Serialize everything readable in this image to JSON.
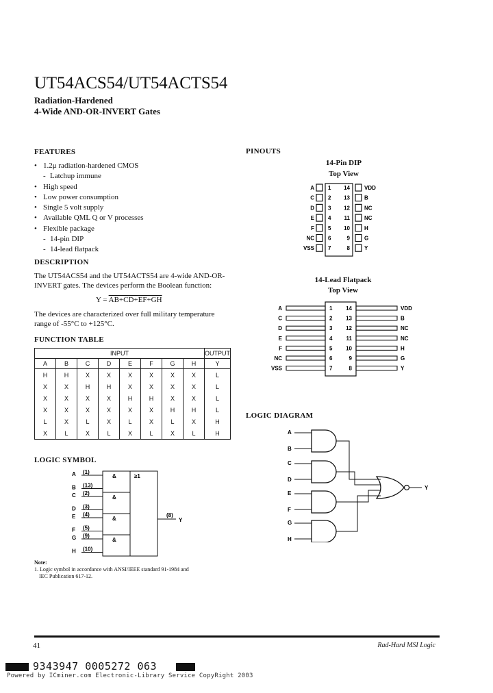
{
  "title": "UT54ACS54/UT54ACTS54",
  "subtitle_line1": "Radiation-Hardened",
  "subtitle_line2": "4-Wide AND-OR-INVERT Gates",
  "features": {
    "heading": "FEATURES",
    "items": [
      {
        "bullet": true,
        "text": "1.2μ radiation-hardened CMOS"
      },
      {
        "bullet": false,
        "text": "Latchup immune"
      },
      {
        "bullet": true,
        "text": "High speed"
      },
      {
        "bullet": true,
        "text": "Low power consumption"
      },
      {
        "bullet": true,
        "text": "Single 5 volt supply"
      },
      {
        "bullet": true,
        "text": "Available QML Q or V processes"
      },
      {
        "bullet": true,
        "text": "Flexible package"
      },
      {
        "bullet": false,
        "text": "14-pin DIP"
      },
      {
        "bullet": false,
        "text": "14-lead flatpack"
      }
    ]
  },
  "description": {
    "heading": "DESCRIPTION",
    "para1": "The UT54ACS54 and the UT54ACTS54 are 4-wide AND-OR-INVERT gates. The devices perform the Boolean function:",
    "equation_prefix": "Y = ",
    "equation_terms": "AB+CD+EF+GH",
    "para2": "The devices are characterized over full military temperature range of -55°C to +125°C."
  },
  "function_table": {
    "heading": "FUNCTION TABLE",
    "input_label": "INPUT",
    "output_label": "OUTPUT",
    "columns": [
      "A",
      "B",
      "C",
      "D",
      "E",
      "F",
      "G",
      "H",
      "Y"
    ],
    "rows": [
      [
        "H",
        "H",
        "X",
        "X",
        "X",
        "X",
        "X",
        "X",
        "L"
      ],
      [
        "X",
        "X",
        "H",
        "H",
        "X",
        "X",
        "X",
        "X",
        "L"
      ],
      [
        "X",
        "X",
        "X",
        "X",
        "H",
        "H",
        "X",
        "X",
        "L"
      ],
      [
        "X",
        "X",
        "X",
        "X",
        "X",
        "X",
        "H",
        "H",
        "L"
      ],
      [
        "L",
        "X",
        "L",
        "X",
        "L",
        "X",
        "L",
        "X",
        "H"
      ],
      [
        "X",
        "L",
        "X",
        "L",
        "X",
        "L",
        "X",
        "L",
        "H"
      ]
    ]
  },
  "logic_symbol": {
    "heading": "LOGIC SYMBOL",
    "inputs": [
      {
        "name": "A",
        "pin": "(1)"
      },
      {
        "name": "B",
        "pin": "(13)"
      },
      {
        "name": "C",
        "pin": "(2)"
      },
      {
        "name": "D",
        "pin": "(3)"
      },
      {
        "name": "E",
        "pin": "(4)"
      },
      {
        "name": "F",
        "pin": "(5)"
      },
      {
        "name": "G",
        "pin": "(9)"
      },
      {
        "name": "H",
        "pin": "(10)"
      }
    ],
    "and_label": "&",
    "or_label": "≥1",
    "output_pin": "(8)",
    "output_name": "Y"
  },
  "note": {
    "heading": "Note:",
    "line1": "1. Logic symbol in accordance with ANSI/IEEE standard 91-1984 and",
    "line2": "IEC Publication 617-12."
  },
  "pinouts": {
    "heading": "PINOUTS",
    "dip_title1": "14-Pin DIP",
    "dip_title2": "Top View",
    "flat_title1": "14-Lead Flatpack",
    "flat_title2": "Top View",
    "left_pins": [
      {
        "name": "A",
        "num": "1"
      },
      {
        "name": "C",
        "num": "2"
      },
      {
        "name": "D",
        "num": "3"
      },
      {
        "name": "E",
        "num": "4"
      },
      {
        "name": "F",
        "num": "5"
      },
      {
        "name": "NC",
        "num": "6"
      },
      {
        "name": "VSS",
        "num": "7"
      }
    ],
    "right_pins": [
      {
        "name": "VDD",
        "num": "14"
      },
      {
        "name": "B",
        "num": "13"
      },
      {
        "name": "NC",
        "num": "12"
      },
      {
        "name": "NC",
        "num": "11"
      },
      {
        "name": "H",
        "num": "10"
      },
      {
        "name": "G",
        "num": "9"
      },
      {
        "name": "Y",
        "num": "8"
      }
    ]
  },
  "logic_diagram": {
    "heading": "LOGIC DIAGRAM",
    "inputs": [
      "A",
      "B",
      "C",
      "D",
      "E",
      "F",
      "G",
      "H"
    ],
    "output": "Y"
  },
  "footer": {
    "page_number": "41",
    "right_text": "Rad-Hard MSI Logic",
    "barcode_text": "9343947 0005272 063",
    "powered_by": "Powered by ICminer.com Electronic-Library Service CopyRight 2003"
  }
}
